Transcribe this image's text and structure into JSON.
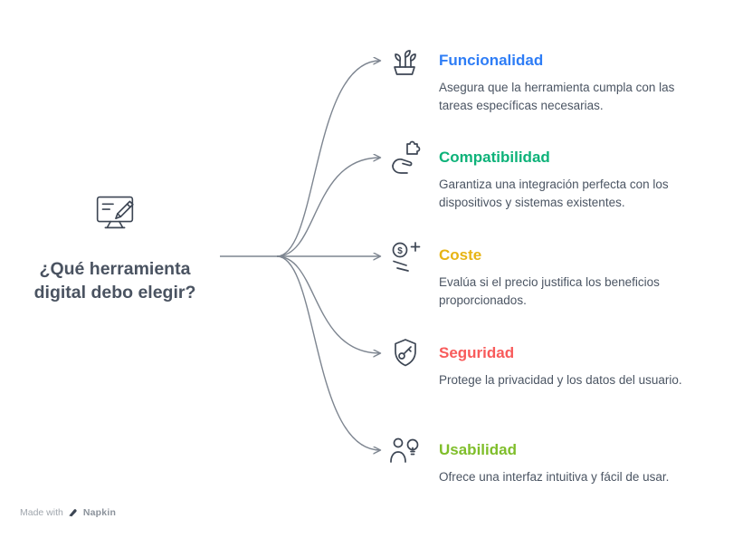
{
  "central": {
    "title": "¿Qué herramienta digital debo elegir?",
    "icon": "monitor-pencil-icon"
  },
  "branches": [
    {
      "title": "Funcionalidad",
      "color": "#2e7df6",
      "description": "Asegura que la herramienta cumpla con las tareas específicas necesarias.",
      "icon": "seedlings-tray-icon"
    },
    {
      "title": "Compatibilidad",
      "color": "#0db279",
      "description": "Garantiza una integración perfecta con los dispositivos y sistemas existentes.",
      "icon": "hand-puzzle-icon"
    },
    {
      "title": "Coste",
      "color": "#e7b414",
      "description": "Evalúa si el precio justifica los beneficios proporcionados.",
      "icon": "coin-plus-icon"
    },
    {
      "title": "Seguridad",
      "color": "#f85b5b",
      "description": "Protege la privacidad y los datos del usuario.",
      "icon": "shield-key-icon"
    },
    {
      "title": "Usabilidad",
      "color": "#7fbe2a",
      "description": "Ofrece una interfaz intuitiva y fácil de usar.",
      "icon": "person-lightbulb-icon"
    }
  ],
  "footer": {
    "made_with": "Made with",
    "brand": "Napkin",
    "icon": "pen-nib-icon"
  },
  "colors": {
    "connector_line": "#7d8590",
    "icon_stroke": "#3d4654",
    "body_text": "#4b5563",
    "central_text": "#4a5361"
  }
}
